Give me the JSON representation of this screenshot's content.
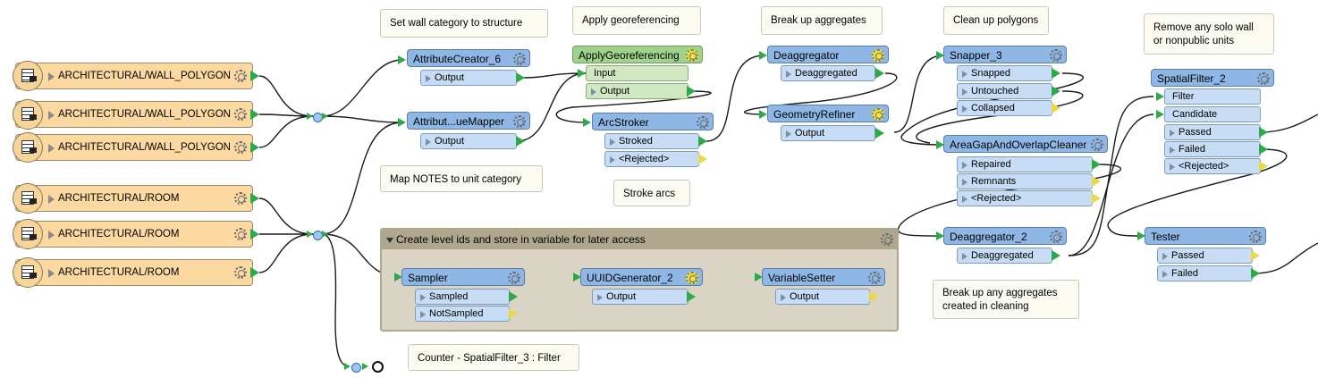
{
  "readers": [
    {
      "label": "ARCHITECTURAL/WALL_POLYGON"
    },
    {
      "label": "ARCHITECTURAL/WALL_POLYGON"
    },
    {
      "label": "ARCHITECTURAL/WALL_POLYGON"
    },
    {
      "label": "ARCHITECTURAL/ROOM"
    },
    {
      "label": "ARCHITECTURAL/ROOM"
    },
    {
      "label": "ARCHITECTURAL/ROOM"
    }
  ],
  "transformers": {
    "attribute_creator": {
      "title": "AttributeCreator_6",
      "ports": [
        "Output"
      ]
    },
    "value_mapper": {
      "title": "Attribut...ueMapper",
      "ports": [
        "Output"
      ]
    },
    "apply_georef": {
      "title": "ApplyGeoreferencing",
      "ports": [
        "Input",
        "Output"
      ]
    },
    "arcstroker": {
      "title": "ArcStroker",
      "ports": [
        "Stroked",
        "<Rejected>"
      ]
    },
    "deaggregator": {
      "title": "Deaggregator",
      "ports": [
        "Deaggregated"
      ]
    },
    "geometry_refiner": {
      "title": "GeometryRefiner",
      "ports": [
        "Output"
      ]
    },
    "snapper": {
      "title": "Snapper_3",
      "ports": [
        "Snapped",
        "Untouched",
        "Collapsed"
      ]
    },
    "cleaner": {
      "title": "AreaGapAndOverlapCleaner",
      "ports": [
        "Repaired",
        "Remnants",
        "<Rejected>"
      ]
    },
    "deaggregator2": {
      "title": "Deaggregator_2",
      "ports": [
        "Deaggregated"
      ]
    },
    "spatial_filter": {
      "title": "SpatialFilter_2",
      "inputs": [
        "Filter",
        "Candidate"
      ],
      "ports": [
        "Passed",
        "Failed",
        "<Rejected>"
      ]
    },
    "tester": {
      "title": "Tester",
      "ports": [
        "Passed",
        "Failed"
      ]
    },
    "sampler": {
      "title": "Sampler",
      "ports": [
        "Sampled",
        "NotSampled"
      ]
    },
    "uuid": {
      "title": "UUIDGenerator_2",
      "ports": [
        "Output"
      ]
    },
    "variable_setter": {
      "title": "VariableSetter",
      "ports": [
        "Output"
      ]
    }
  },
  "annotations": {
    "wall_category": "Set wall category to structure",
    "apply_georef": "Apply georeferencing",
    "break_aggregates": "Break up aggregates",
    "clean_polygons": "Clean up polygons",
    "remove_solo": [
      "Remove any solo wall",
      "or nonpublic units"
    ],
    "map_notes": "Map NOTES to unit category",
    "stroke_arcs": "Stroke arcs",
    "break_cleaning": [
      "Break up any aggregates",
      "created in cleaning"
    ],
    "counter": "Counter - SpatialFilter_3 : Filter"
  },
  "bookmark": {
    "title": "Create level ids and store in variable for later access"
  },
  "colors": {
    "reader": "#fcd9a0",
    "transformer": "#8fb7e6",
    "port": "#c7dcf5",
    "georef": "#9fd38c",
    "connector": "#2fa84a",
    "bookmark": "#d9d4c4"
  }
}
